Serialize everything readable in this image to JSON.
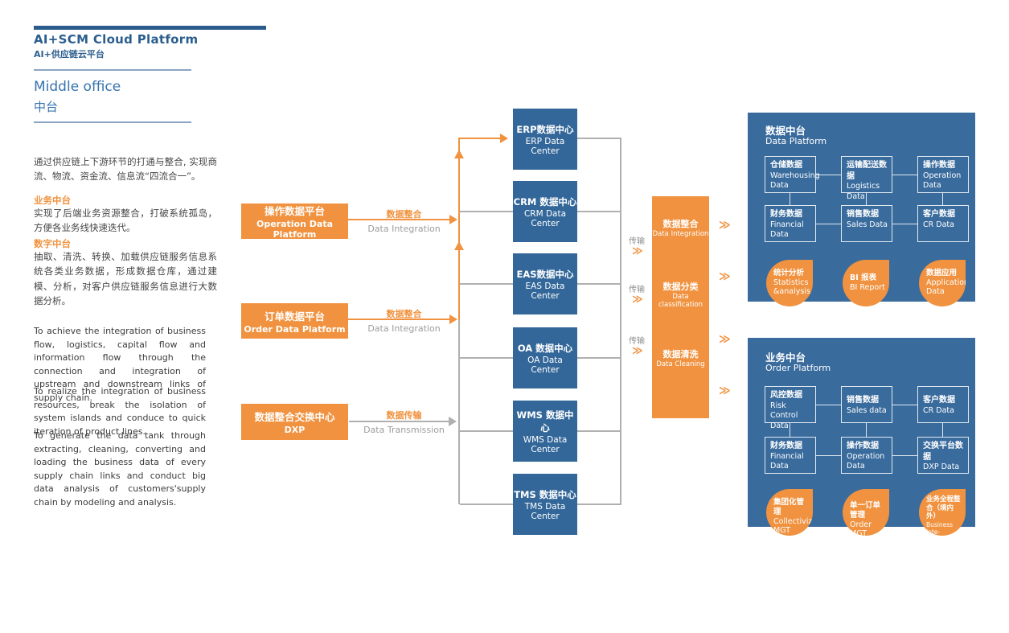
{
  "header": {
    "title_en": "AI+SCM Cloud Platform",
    "title_zh": "AI+供应链云平台",
    "section_en": "Middle office",
    "section_zh": "中台"
  },
  "intro": {
    "para_zh": "通过供应链上下游环节的打通与整合, 实现商流、物流、资金流、信息流“四流合一”。",
    "business_heading": "业务中台",
    "business_text": "实现了后端业务资源整合，打破系统孤岛，方便各业务线快速迭代。",
    "digital_heading": "数字中台",
    "digital_text": "抽取、清洗、转换、加载供应链服务信息系统各类业务数据，形成数据仓库，通过建模、分析，对客户供应链服务信息进行大数据分析。",
    "para_en_1": "To achieve the integration of business flow, logistics, capital flow and information flow through the connection and integration of upstream and downstream links of supply chain.",
    "para_en_2": "To realize the integration of business resources, break the isolation of system islands and conduce to quick iteration of product lines.",
    "para_en_3": "To generate the data tank through extracting, cleaning, converting and loading the business data of every supply chain links and conduct big data analysis of customers'supply chain by modeling and analysis."
  },
  "sources": [
    {
      "zh": "操作数据平台",
      "en": "Operation Data Platform"
    },
    {
      "zh": "订单数据平台",
      "en": "Order Data Platform"
    },
    {
      "zh": "数据整合交换中心",
      "en": "DXP"
    }
  ],
  "flows": [
    {
      "zh": "数据整合",
      "en": "Data Integration"
    },
    {
      "zh": "数据整合",
      "en": "Data Integration"
    },
    {
      "zh": "数据传输",
      "en": "Data Transmission"
    }
  ],
  "data_centers": [
    {
      "zh": "ERP数据中心",
      "en": "ERP Data Center"
    },
    {
      "zh": "CRM 数据中心",
      "en": "CRM Data Center"
    },
    {
      "zh": "EAS数据中心",
      "en": "EAS Data Center"
    },
    {
      "zh": "OA 数据中心",
      "en": "OA Data Center"
    },
    {
      "zh": "WMS 数据中心",
      "en": "WMS Data Center"
    },
    {
      "zh": "TMS 数据中心",
      "en": "TMS Data Center"
    }
  ],
  "glyphs": {
    "chevron": "≫",
    "transmission": "传输"
  },
  "process": {
    "steps": [
      {
        "zh": "数据整合",
        "en": "Data Integration"
      },
      {
        "zh": "数据分类",
        "en": "Data classification"
      },
      {
        "zh": "数据清洗",
        "en": "Data Cleaning"
      }
    ]
  },
  "data_platform": {
    "title_zh": "数据中台",
    "title_en": "Data Platform",
    "boxes": [
      {
        "zh": "仓储数据",
        "en": "Warehousing",
        "en2": "Data"
      },
      {
        "zh": "运输配送数据",
        "en": "Logistics",
        "en2": "Data"
      },
      {
        "zh": "操作数据",
        "en": "Operation",
        "en2": "Data"
      },
      {
        "zh": "财务数据",
        "en": "Financial Data"
      },
      {
        "zh": "销售数据",
        "en": "Sales Data"
      },
      {
        "zh": "客户数据",
        "en": "CR Data"
      }
    ],
    "bubbles": [
      {
        "zh": "统计分析",
        "en": "Statistics &analysis"
      },
      {
        "zh": "BI 报表",
        "en": "BI Report"
      },
      {
        "zh": "数据应用",
        "en": "Application Data"
      }
    ]
  },
  "order_platform": {
    "title_zh": "业务中台",
    "title_en": "Order Platform",
    "boxes": [
      {
        "zh": "风控数据",
        "en": "Risk Control",
        "en2": "Data"
      },
      {
        "zh": "销售数据",
        "en": "Sales data"
      },
      {
        "zh": "客户数据",
        "en": "CR Data"
      },
      {
        "zh": "财务数据",
        "en": "Financial Data"
      },
      {
        "zh": "操作数据",
        "en": "Operation",
        "en2": "Data"
      },
      {
        "zh": "交换平台数据",
        "en": "DXP Data"
      }
    ],
    "bubbles": [
      {
        "zh": "集团化管理",
        "en": "Collectivize MGT"
      },
      {
        "zh": "单一订单管理",
        "en": "Order MGT"
      },
      {
        "zh": "业务全程整合（境内外）",
        "en": "Business inte-gration(at home &abroad)"
      }
    ]
  },
  "colors": {
    "orange": "#f0923f",
    "box_blue": "#336799",
    "panel_blue": "#396b9d",
    "bar_navy": "#2c5c8c",
    "line_gray": "#b0b0b0"
  }
}
